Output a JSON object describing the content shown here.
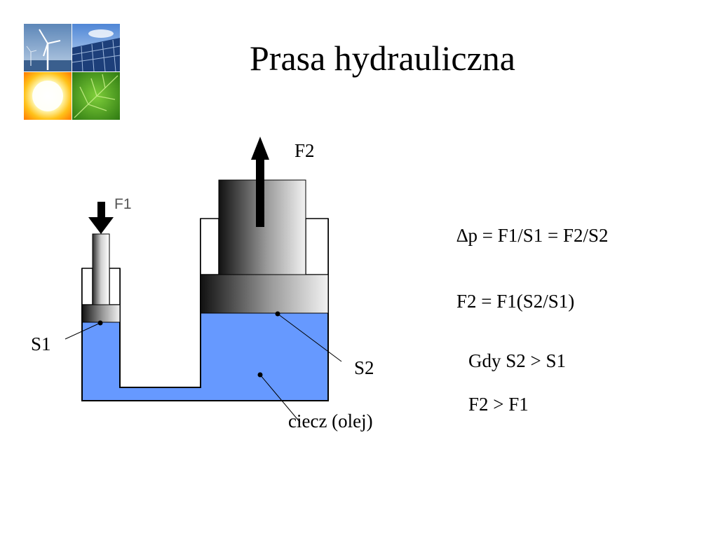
{
  "slide": {
    "title": "Prasa hydrauliczna"
  },
  "logo": {
    "icons": [
      "wind-turbine-icon",
      "solar-panel-icon",
      "sun-icon",
      "leaf-icon"
    ]
  },
  "diagram": {
    "labels": {
      "f1": "F1",
      "f2": "F2",
      "s1": "S1",
      "s2": "S2",
      "liquid": "ciecz (olej)"
    },
    "colors": {
      "liquid": "#6699ff",
      "outline": "#000000"
    }
  },
  "equations": {
    "line1": "∆p = F1/S1 = F2/S2",
    "line2": "F2 = F1(S2/S1)",
    "line3": "Gdy S2 > S1",
    "line4": "F2 > F1"
  }
}
